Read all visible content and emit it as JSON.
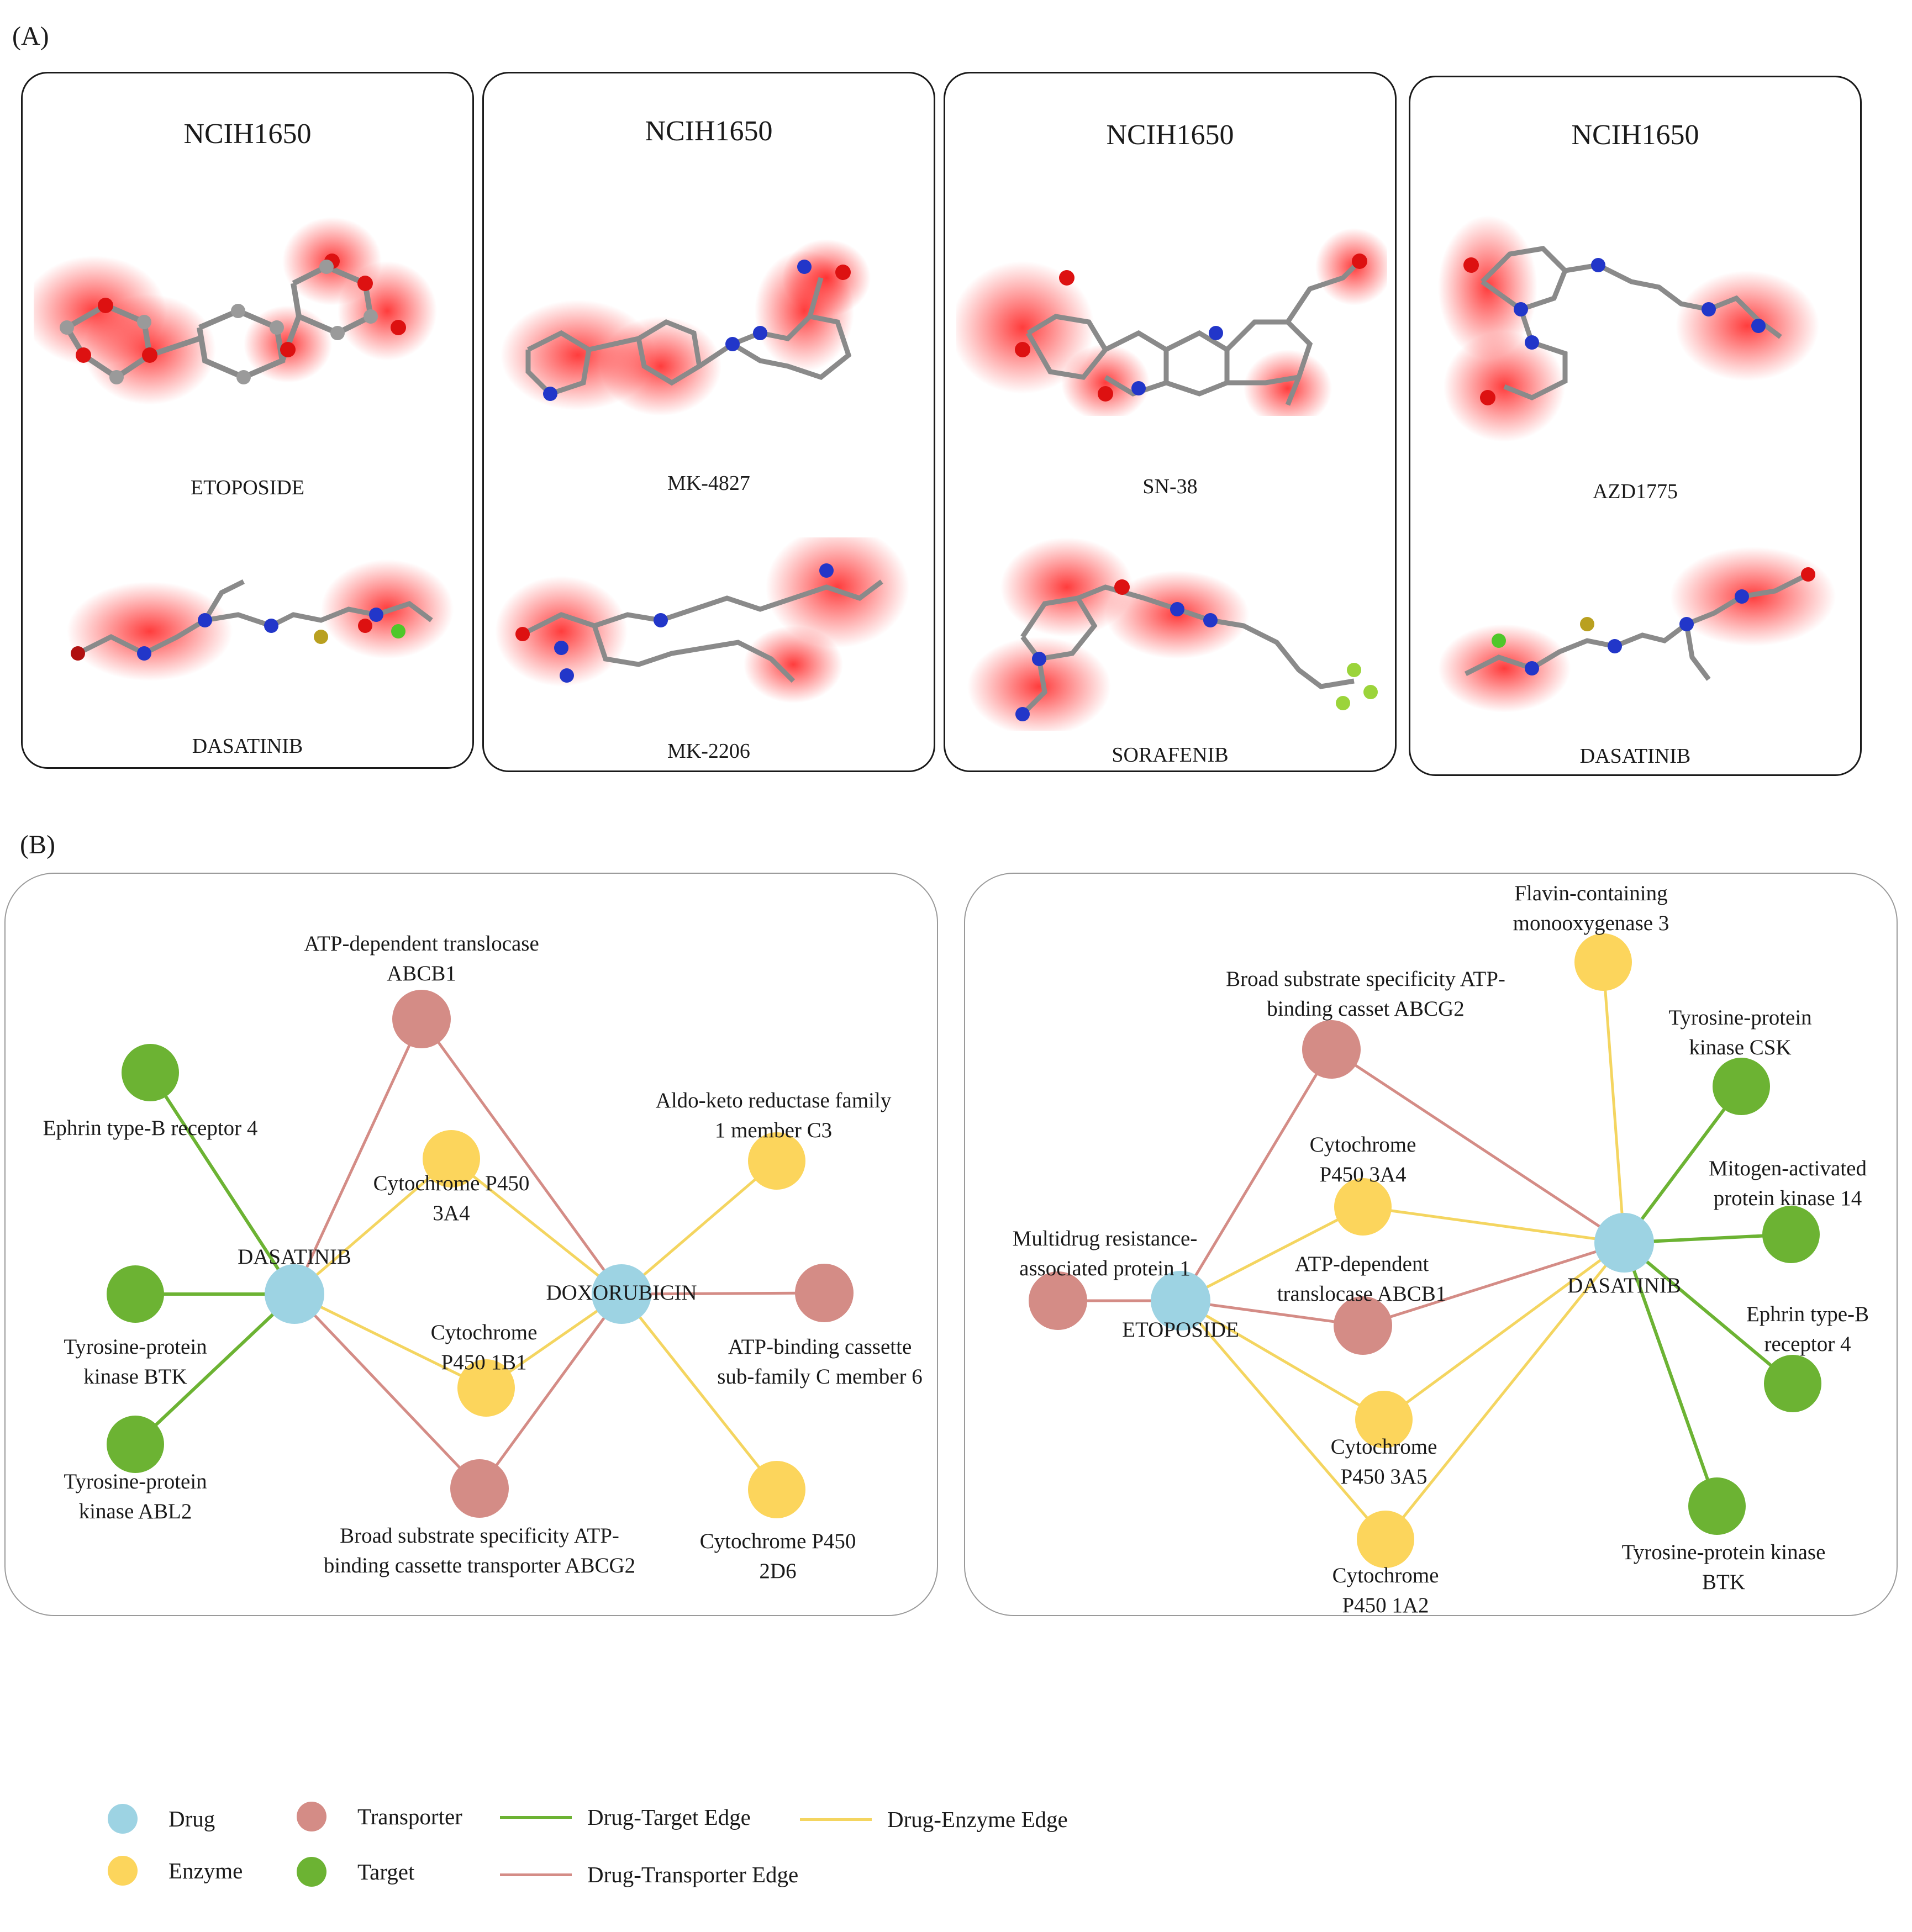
{
  "panelA": {
    "label": "(A)",
    "cards": [
      {
        "title": "NCIH1650",
        "drugTop": "ETOPOSIDE",
        "drugBottom": "DASATINIB"
      },
      {
        "title": "NCIH1650",
        "drugTop": "MK-4827",
        "drugBottom": "MK-2206"
      },
      {
        "title": "NCIH1650",
        "drugTop": "SN-38",
        "drugBottom": "SORAFENIB"
      },
      {
        "title": "NCIH1650",
        "drugTop": "AZD1775",
        "drugBottom": "DASATINIB"
      }
    ]
  },
  "panelB": {
    "label": "(B)",
    "colors": {
      "drug": "#9dd3e3",
      "enzyme": "#fcd55c",
      "transporter": "#d48c86",
      "target": "#6cb333",
      "targetEdge": "#6cb333",
      "enzymeEdge": "#f4d560",
      "transporterEdge": "#d48c86"
    },
    "networkLeft": {
      "nodes": {
        "dasatinib": {
          "type": "drug",
          "lines": [
            "DASATINIB"
          ]
        },
        "doxorubicin": {
          "type": "drug",
          "lines": [
            "DOXORUBICIN"
          ]
        },
        "abcb1": {
          "type": "transporter",
          "lines": [
            "ATP-dependent translocase",
            "ABCB1"
          ]
        },
        "ephb4": {
          "type": "target",
          "lines": [
            "Ephrin type-B receptor 4"
          ]
        },
        "btk": {
          "type": "target",
          "lines": [
            "Tyrosine-protein",
            "kinase BTK"
          ]
        },
        "abl2": {
          "type": "target",
          "lines": [
            "Tyrosine-protein",
            "kinase ABL2"
          ]
        },
        "cyp3a4": {
          "type": "enzyme",
          "lines": [
            "Cytochrome P450",
            "3A4"
          ]
        },
        "cyp1b1": {
          "type": "enzyme",
          "lines": [
            "Cytochrome",
            "P450 1B1"
          ]
        },
        "abcg2": {
          "type": "transporter",
          "lines": [
            "Broad substrate specificity ATP-",
            "binding cassette transporter ABCG2"
          ]
        },
        "akr1c3": {
          "type": "enzyme",
          "lines": [
            "Aldo-keto reductase family",
            "1 member C3"
          ]
        },
        "abcc6": {
          "type": "transporter",
          "lines": [
            "ATP-binding cassette",
            "sub-family C member 6"
          ]
        },
        "cyp2d6": {
          "type": "enzyme",
          "lines": [
            "Cytochrome P450",
            "2D6"
          ]
        }
      }
    },
    "networkRight": {
      "nodes": {
        "etoposide": {
          "type": "drug",
          "lines": [
            "ETOPOSIDE"
          ]
        },
        "dasatinib": {
          "type": "drug",
          "lines": [
            "DASATINIB"
          ]
        },
        "fmo3": {
          "type": "enzyme",
          "lines": [
            "Flavin-containing",
            "monooxygenase 3"
          ]
        },
        "abcg2": {
          "type": "transporter",
          "lines": [
            "Broad substrate specificity ATP-",
            "binding casset ABCG2"
          ]
        },
        "csk": {
          "type": "target",
          "lines": [
            "Tyrosine-protein",
            "kinase CSK"
          ]
        },
        "cyp3a4": {
          "type": "enzyme",
          "lines": [
            "Cytochrome",
            "P450 3A4"
          ]
        },
        "mapk14": {
          "type": "target",
          "lines": [
            "Mitogen-activated",
            "protein kinase 14"
          ]
        },
        "mrp1": {
          "type": "transporter",
          "lines": [
            "Multidrug resistance-",
            "associated protein 1"
          ]
        },
        "abcb1": {
          "type": "transporter",
          "lines": [
            "ATP-dependent",
            "translocase ABCB1"
          ]
        },
        "ephb4": {
          "type": "target",
          "lines": [
            "Ephrin type-B",
            "receptor 4"
          ]
        },
        "cyp3a5": {
          "type": "enzyme",
          "lines": [
            "Cytochrome",
            "P450 3A5"
          ]
        },
        "btk": {
          "type": "target",
          "lines": [
            "Tyrosine-protein kinase",
            "BTK"
          ]
        },
        "cyp1a2": {
          "type": "enzyme",
          "lines": [
            "Cytochrome",
            "P450 1A2"
          ]
        }
      }
    },
    "legend": {
      "drug": "Drug",
      "enzyme": "Enzyme",
      "transporter": "Transporter",
      "target": "Target",
      "targetEdge": "Drug-Target Edge",
      "transporterEdge": "Drug-Transporter Edge",
      "enzymeEdge": "Drug-Enzyme Edge"
    }
  }
}
